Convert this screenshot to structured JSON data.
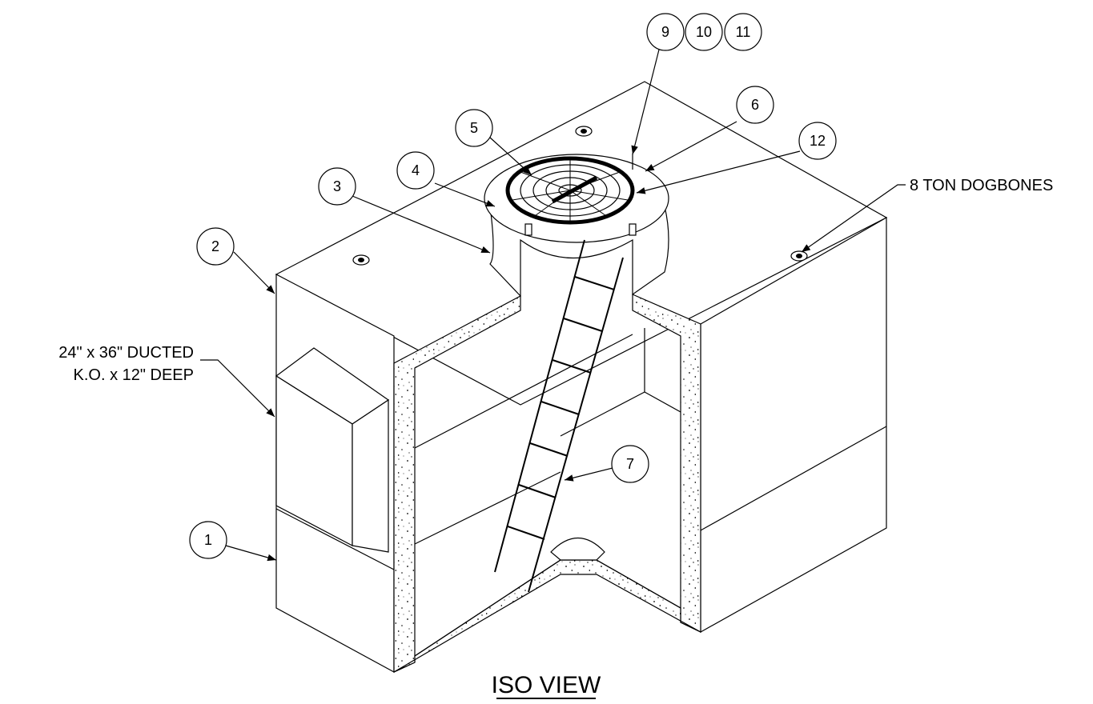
{
  "title": "ISO VIEW",
  "callouts": {
    "b1": "1",
    "b2": "2",
    "b3": "3",
    "b4": "4",
    "b5": "5",
    "b6": "6",
    "b7": "7",
    "b9": "9",
    "b10": "10",
    "b11": "11",
    "b12": "12"
  },
  "notes": {
    "dogbones": "8 TON DOGBONES",
    "knockout_line1": "24\" x 36\" DUCTED",
    "knockout_line2": "K.O. x 12\" DEEP"
  }
}
